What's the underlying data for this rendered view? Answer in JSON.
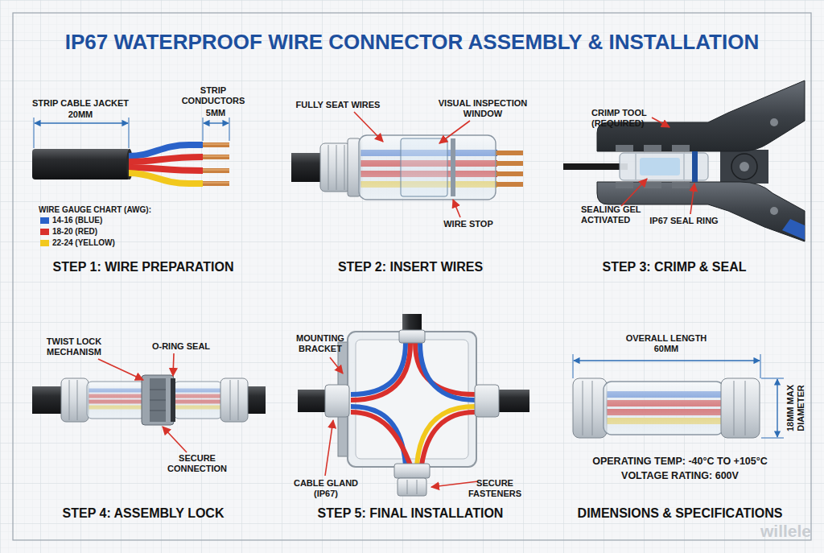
{
  "diagram": {
    "title": "IP67 WATERPROOF WIRE CONNECTOR ASSEMBLY & INSTALLATION",
    "labels": [
      "STRIP CABLE JACKET",
      "20MM",
      "STRIP CONDUCTORS",
      "5MM",
      "WIRE GAUGE CHART (AWG):",
      "STEP 1: WIRE PREPARATION",
      "FULLY SEAT WIRES",
      "VISUAL INSPECTION WINDOW",
      "WIRE STOP",
      "STEP 2: INSERT WIRES",
      "CRIMP TOOL (REQUIRED)",
      "SEALING GEL ACTIVATED",
      "IP67 SEAL RING",
      "STEP 3: CRIMP & SEAL",
      "TWIST LOCK MECHANISM",
      "O-RING SEAL",
      "SECURE CONNECTION",
      "STEP 4: ASSEMBLY LOCK",
      "MOUNTING BRACKET",
      "CABLE GLAND (IP67)",
      "SECURE FASTENERS",
      "STEP 5: FINAL INSTALLATION",
      "OVERALL LENGTH 60MM",
      "18MM MAX DIAMETER",
      "OPERATING TEMP: -40°C TO +105°C",
      "VOLTAGE RATING: 600V",
      "DIMENSIONS & SPECIFICATIONS",
      "willele"
    ],
    "legend": [
      {
        "text": "14-16 (BLUE)",
        "color": "#2a62c9"
      },
      {
        "text": "18-20 (RED)",
        "color": "#d9302c"
      },
      {
        "text": "22-24 (YELLOW)",
        "color": "#f2c81d"
      }
    ]
  }
}
